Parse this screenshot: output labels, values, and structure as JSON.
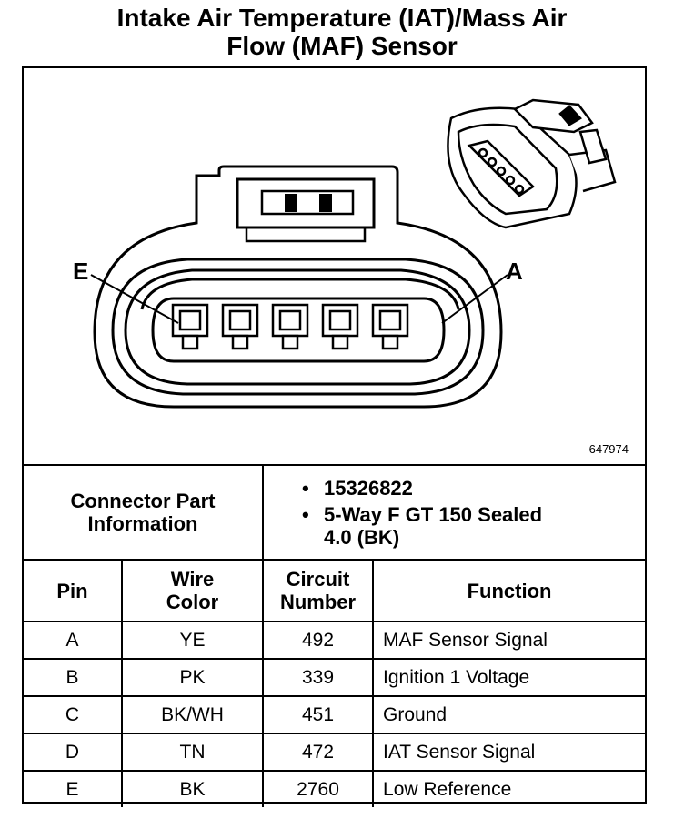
{
  "title": {
    "line1": "Intake Air Temperature (IAT)/Mass Air",
    "line2": "Flow (MAF) Sensor"
  },
  "diagram": {
    "pin_label_left": "E",
    "pin_label_right": "A",
    "figure_number": "647974"
  },
  "connector": {
    "label_line1": "Connector Part",
    "label_line2": "Information",
    "bullet_glyph": "•",
    "items": [
      {
        "line1": "15326822",
        "line2": ""
      },
      {
        "line1": "5-Way F GT 150 Sealed",
        "line2": "4.0 (BK)"
      }
    ]
  },
  "table": {
    "headers": {
      "pin": "Pin",
      "wire_color_1": "Wire",
      "wire_color_2": "Color",
      "circuit_1": "Circuit",
      "circuit_2": "Number",
      "function": "Function"
    },
    "rows": [
      {
        "pin": "A",
        "wire": "YE",
        "circuit": "492",
        "function": "MAF Sensor Signal"
      },
      {
        "pin": "B",
        "wire": "PK",
        "circuit": "339",
        "function": "Ignition 1 Voltage"
      },
      {
        "pin": "C",
        "wire": "BK/WH",
        "circuit": "451",
        "function": "Ground"
      },
      {
        "pin": "D",
        "wire": "TN",
        "circuit": "472",
        "function": "IAT Sensor Signal"
      },
      {
        "pin": "E",
        "wire": "BK",
        "circuit": "2760",
        "function": "Low Reference"
      }
    ]
  }
}
